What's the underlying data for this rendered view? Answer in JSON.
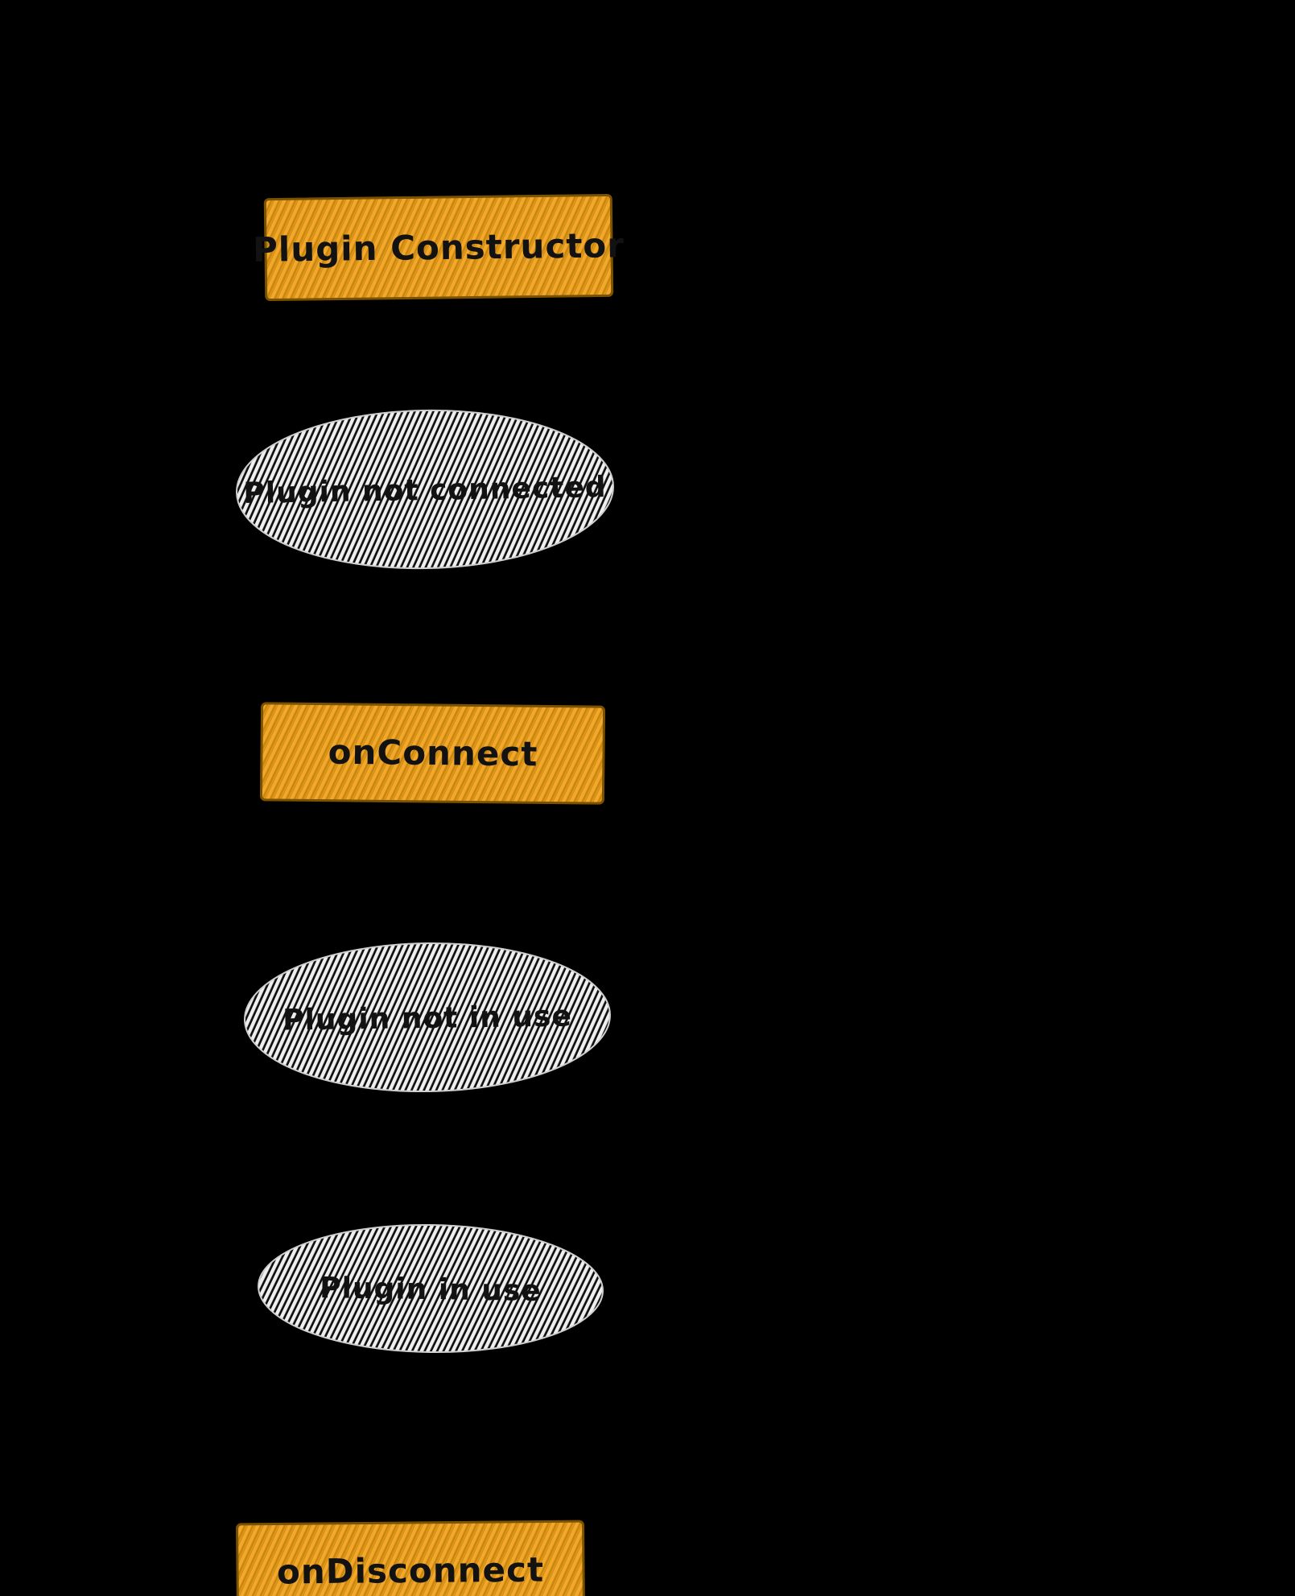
{
  "diagram": {
    "type": "flowchart",
    "style": "hand-drawn-hatched",
    "colors": {
      "background": "#000000",
      "process_fill_light": "#f3a82c",
      "process_fill_dark": "#c8860e",
      "process_stroke": "#7a5200",
      "state_fill_light": "#f2f2f2",
      "state_fill_dark": "#101010",
      "state_stroke": "#cfcfcf",
      "label_text": "#121212"
    },
    "nodes": [
      {
        "id": "plugin-constructor",
        "shape": "rectangle",
        "role": "process",
        "label": "Plugin Constructor"
      },
      {
        "id": "plugin-not-connected",
        "shape": "ellipse",
        "role": "state",
        "label": "Plugin not connected"
      },
      {
        "id": "on-connect",
        "shape": "rectangle",
        "role": "process",
        "label": "onConnect"
      },
      {
        "id": "plugin-not-in-use",
        "shape": "ellipse",
        "role": "state",
        "label": "Plugin not in use"
      },
      {
        "id": "plugin-in-use",
        "shape": "ellipse",
        "role": "state",
        "label": "Plugin in use"
      },
      {
        "id": "on-disconnect",
        "shape": "rectangle",
        "role": "process",
        "label": "onDisconnect"
      }
    ]
  }
}
